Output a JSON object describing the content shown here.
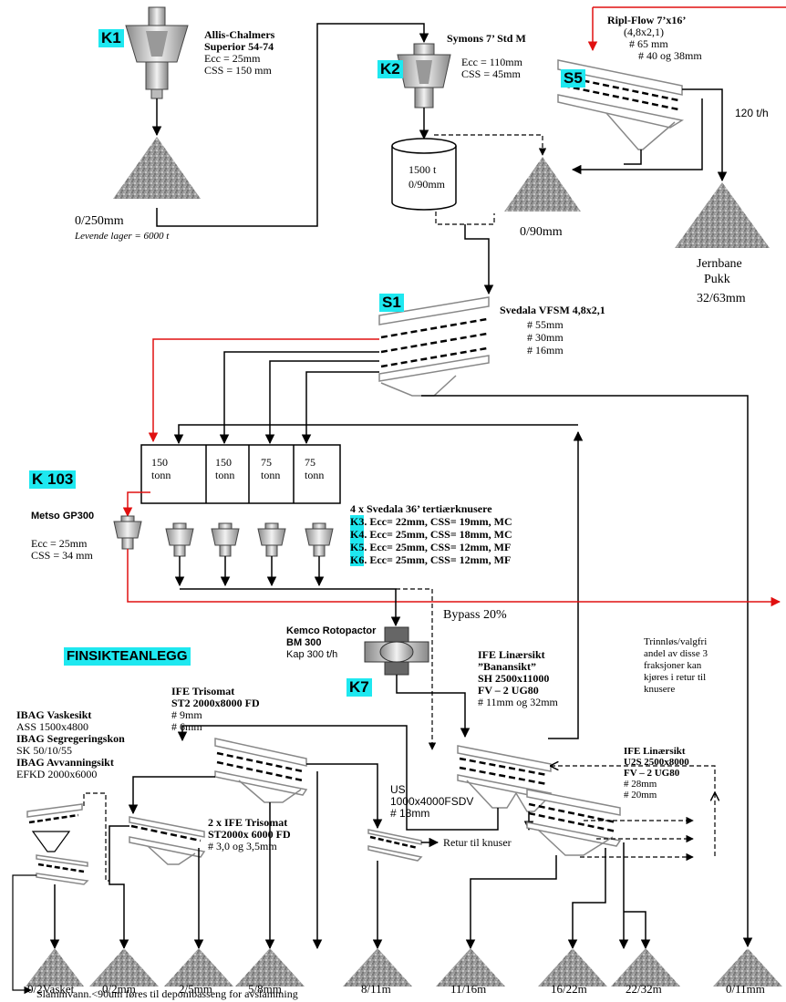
{
  "labels": {
    "K1": "K1",
    "K2": "K2",
    "S5": "S5",
    "S1": "S1",
    "K103": "K 103",
    "K7": "K7",
    "finsikteanlegg": "FINSIKTEANLEGG"
  },
  "crushers": {
    "k1": {
      "name1": "Allis-Chalmers",
      "name2": "Superior 54-74",
      "ecc": "Ecc = 25mm",
      "css": "CSS = 150 mm"
    },
    "k2": {
      "name": "Symons 7’ Std M",
      "ecc": "Ecc = 110mm",
      "css": "CSS = 45mm"
    },
    "gp300": {
      "name": "Metso GP300",
      "ecc": "Ecc = 25mm",
      "css": "CSS = 34 mm"
    },
    "k7": {
      "name1": "Kemco Rotopactor",
      "name2": "BM 300",
      "cap": "Kap 300 t/h"
    },
    "tertiary": {
      "title": "4 x Svedala 36’ tertiærknusere",
      "rows": [
        {
          "id": "K3",
          "text": ". Ecc= 22mm, CSS= 19mm, MC"
        },
        {
          "id": "K4",
          "text": ". Ecc= 25mm, CSS= 18mm, MC"
        },
        {
          "id": "K5",
          "text": ". Ecc= 25mm, CSS= 12mm, MF"
        },
        {
          "id": "K6",
          "text": ". Ecc= 25mm, CSS= 12mm, MF"
        }
      ]
    }
  },
  "screens": {
    "s5": {
      "name": "Ripl-Flow 7’x16’",
      "dims": "(4,8x2,1)",
      "m1": "# 65 mm",
      "m2": "# 40 og 38mm",
      "rate": "120 t/h"
    },
    "s1": {
      "name": "Svedala VFSM 4,8x2,1",
      "m1": "# 55mm",
      "m2": "# 30mm",
      "m3": "# 16mm"
    },
    "ife_banan": {
      "l1": "IFE Linærsikt",
      "l2": "”Banansikt”",
      "l3": "SH 2500x11000",
      "l4": "FV – 2 UG80",
      "l5": "# 11mm og 32mm"
    },
    "trisomat": {
      "l1": "IFE Trisomat",
      "l2": "ST2 2000x8000 FD",
      "l3": "# 9mm",
      "l4": "# 6mm"
    },
    "trisomat2": {
      "l1": "2 x IFE Trisomat",
      "l2": "ST2000x 6000 FD",
      "l3": "# 3,0 og 3,5mm"
    },
    "us": {
      "l1": "US",
      "l2": "1000x4000FSDV",
      "l3": "# 18mm"
    },
    "ife_u2s": {
      "l1": "IFE Linærsikt",
      "l2": "U2S 2500x8000",
      "l3": "FV – 2 UG80",
      "l4": "# 28mm",
      "l5": "# 20mm"
    },
    "ibag": {
      "l1": "IBAG Vaskesikt",
      "l2": "ASS 1500x4800",
      "l3": "IBAG Segregeringskon",
      "l4": "SK 50/10/55",
      "l5": "IBAG Avvanningsikt",
      "l6": "EFKD 2000x6000"
    }
  },
  "storage": {
    "pile_k1": "0/250mm",
    "live": "Levende lager  = 6000 t",
    "silo1": "1500 t",
    "silo2": "0/90mm",
    "pile_090": "0/90mm",
    "rail1": "Jernbane",
    "rail2": "Pukk",
    "rail3": "32/63mm"
  },
  "bins": [
    "150",
    "150",
    "75",
    "75"
  ],
  "bin_unit": "tonn",
  "notes": {
    "bypass": "Bypass 20%",
    "trinn1": "Trinnløs/valgfri",
    "trinn2": "andel av disse 3",
    "trinn3": "fraksjoner kan",
    "trinn4": "kjøres i retur til",
    "trinn5": "knusere",
    "retur": "Retur til knuser",
    "slam": "Slammvann.<90um føres til deponibasseng for avslamming"
  },
  "products": [
    "0/2Vasket",
    "0/2mm",
    "2/5mm",
    "5/8mm",
    "8/11m",
    "11/16m",
    "16/22m",
    "22/32m",
    "0/11mm"
  ]
}
